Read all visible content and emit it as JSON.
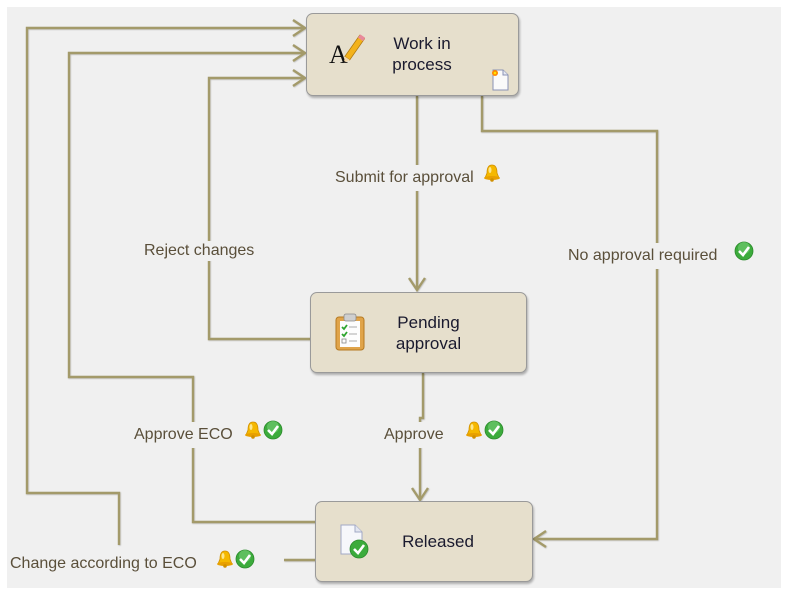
{
  "colors": {
    "canvas": "#f0f0f0",
    "state_fill": "#e6dfcc",
    "connector": "#a39a6a",
    "label_text": "#5a4f3a",
    "bell": "#f0b400",
    "check": "#3cab3c"
  },
  "states": {
    "wip": {
      "label_line1": "Work in",
      "label_line2": "process",
      "icon": "text-edit-icon",
      "badge": "new-document-icon"
    },
    "pending": {
      "label_line1": "Pending",
      "label_line2": "approval",
      "icon": "clipboard-checklist-icon"
    },
    "released": {
      "label": "Released",
      "icon": "document-approved-icon"
    }
  },
  "transitions": [
    {
      "id": "submit",
      "label": "Submit for approval",
      "from": "Work in process",
      "to": "Pending approval",
      "icons": [
        "bell-icon"
      ]
    },
    {
      "id": "no-approval",
      "label": "No approval required",
      "from": "Work in process",
      "to": "Released",
      "icons": [
        "check-icon"
      ]
    },
    {
      "id": "reject",
      "label": "Reject changes",
      "from": "Pending approval",
      "to": "Work in process",
      "icons": []
    },
    {
      "id": "approve",
      "label": "Approve",
      "from": "Pending approval",
      "to": "Released",
      "icons": [
        "bell-icon",
        "check-icon"
      ]
    },
    {
      "id": "approve-eco",
      "label": "Approve ECO",
      "from": "Released",
      "to": "Work in process",
      "icons": [
        "bell-icon",
        "check-icon"
      ]
    },
    {
      "id": "change-eco",
      "label": "Change according to ECO",
      "from": "Released",
      "to": "Work in process",
      "icons": [
        "bell-icon",
        "check-icon"
      ]
    }
  ]
}
